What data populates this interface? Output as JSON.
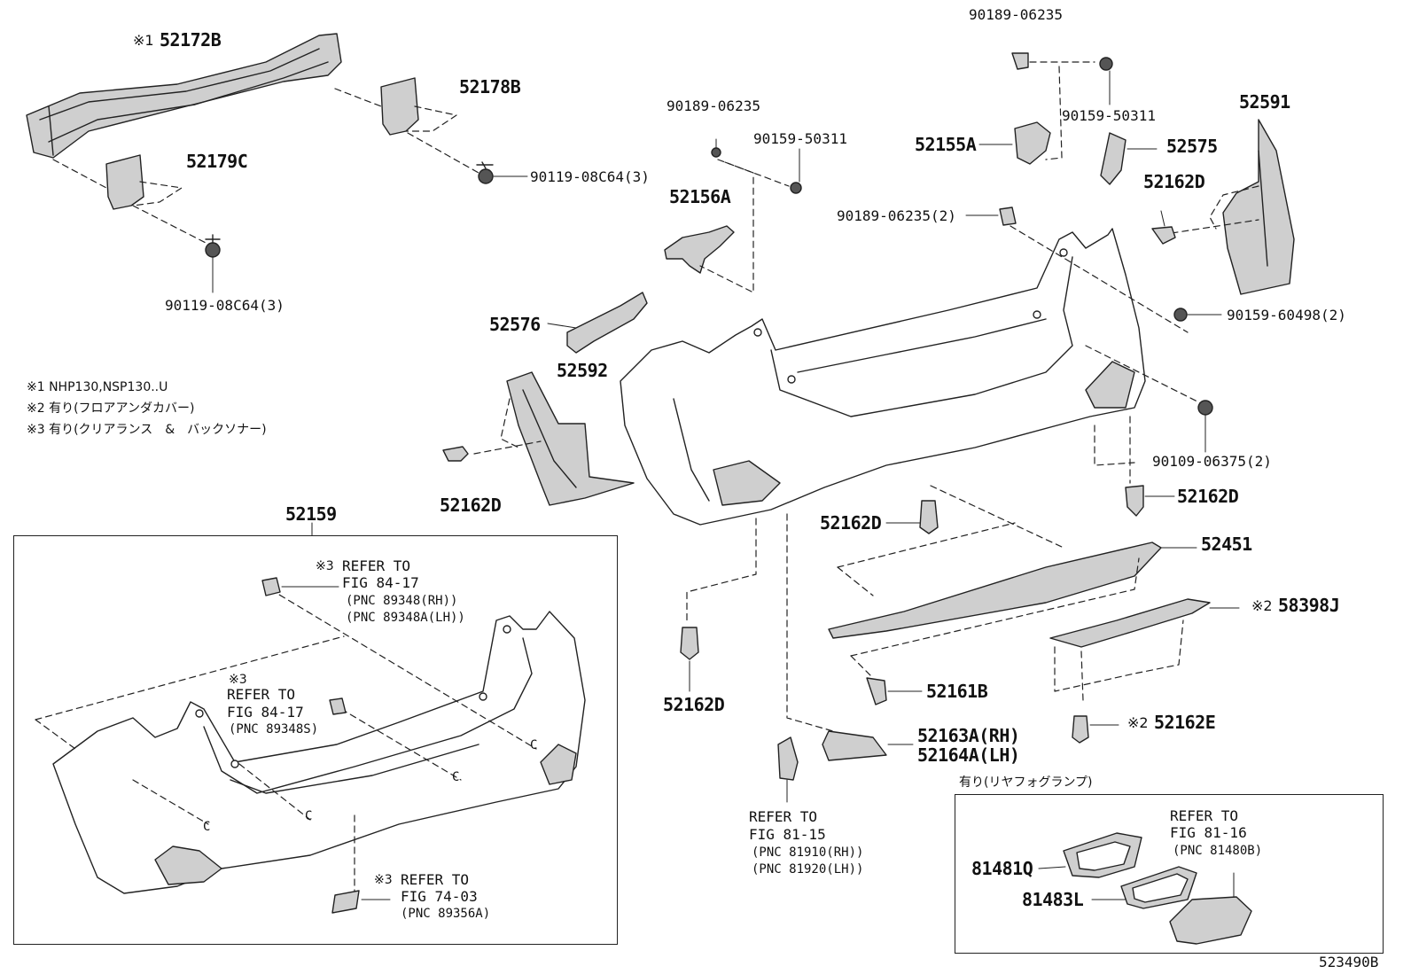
{
  "diagram_id": "523490B",
  "notes": {
    "n1": "※1 NHP130,NSP130..U",
    "n2": "※2 有り(フロアアンダカバー)",
    "n3": "※3 有り(クリアランス　&　バックソナー)"
  },
  "top": {
    "p52172B_mark": "※1",
    "p52172B": "52172B",
    "p52178B": "52178B",
    "p52179C": "52179C",
    "p90119_right": "90119-08C64(3)",
    "p90119_left": "90119-08C64(3)",
    "p90189_a": "90189-06235",
    "p90159_a": "90159-50311",
    "p52156A": "52156A",
    "p52576": "52576",
    "p52592": "52592",
    "p52162D_left": "52162D",
    "p90189_top": "90189-06235",
    "p90159_top": "90159-50311",
    "p52155A": "52155A",
    "p52575": "52575",
    "p52591": "52591",
    "p52162D_right_top": "52162D",
    "p90189_2": "90189-06235(2)",
    "p90159_2": "90159-60498(2)",
    "p90109": "90109-06375(2)",
    "p52162D_right": "52162D",
    "p52162D_center": "52162D",
    "p52451": "52451",
    "p58398J_mark": "※2",
    "p58398J": "58398J",
    "p52161B": "52161B",
    "p52162D_bottom": "52162D",
    "p52162E_mark": "※2",
    "p52162E": "52162E",
    "p52163A": "52163A(RH)",
    "p52164A": "52164A(LH)"
  },
  "assembly": {
    "number": "52159",
    "ref1_mark": "※3",
    "ref1_title": "REFER TO",
    "ref1_fig": "FIG 84-17",
    "ref1_pnc1": "(PNC 89348(RH))",
    "ref1_pnc2": "(PNC 89348A(LH))",
    "ref2_mark": "※3",
    "ref2_title": "REFER TO",
    "ref2_fig": "FIG 84-17",
    "ref2_pnc": "(PNC 89348S)",
    "ref3_mark": "※3",
    "ref3_title": "REFER TO",
    "ref3_fig": "FIG 74-03",
    "ref3_pnc": "(PNC 89356A)",
    "clip_letter": "C"
  },
  "fog_ref": {
    "title": "REFER TO",
    "fig": "FIG 81-15",
    "pnc1": "(PNC 81910(RH))",
    "pnc2": "(PNC 81920(LH))"
  },
  "fog_box": {
    "heading": "有り(リヤフォグランプ)",
    "ref_title": "REFER TO",
    "ref_fig": "FIG 81-16",
    "ref_pnc": "(PNC 81480B)",
    "p81481Q": "81481Q",
    "p81483L": "81483L"
  }
}
